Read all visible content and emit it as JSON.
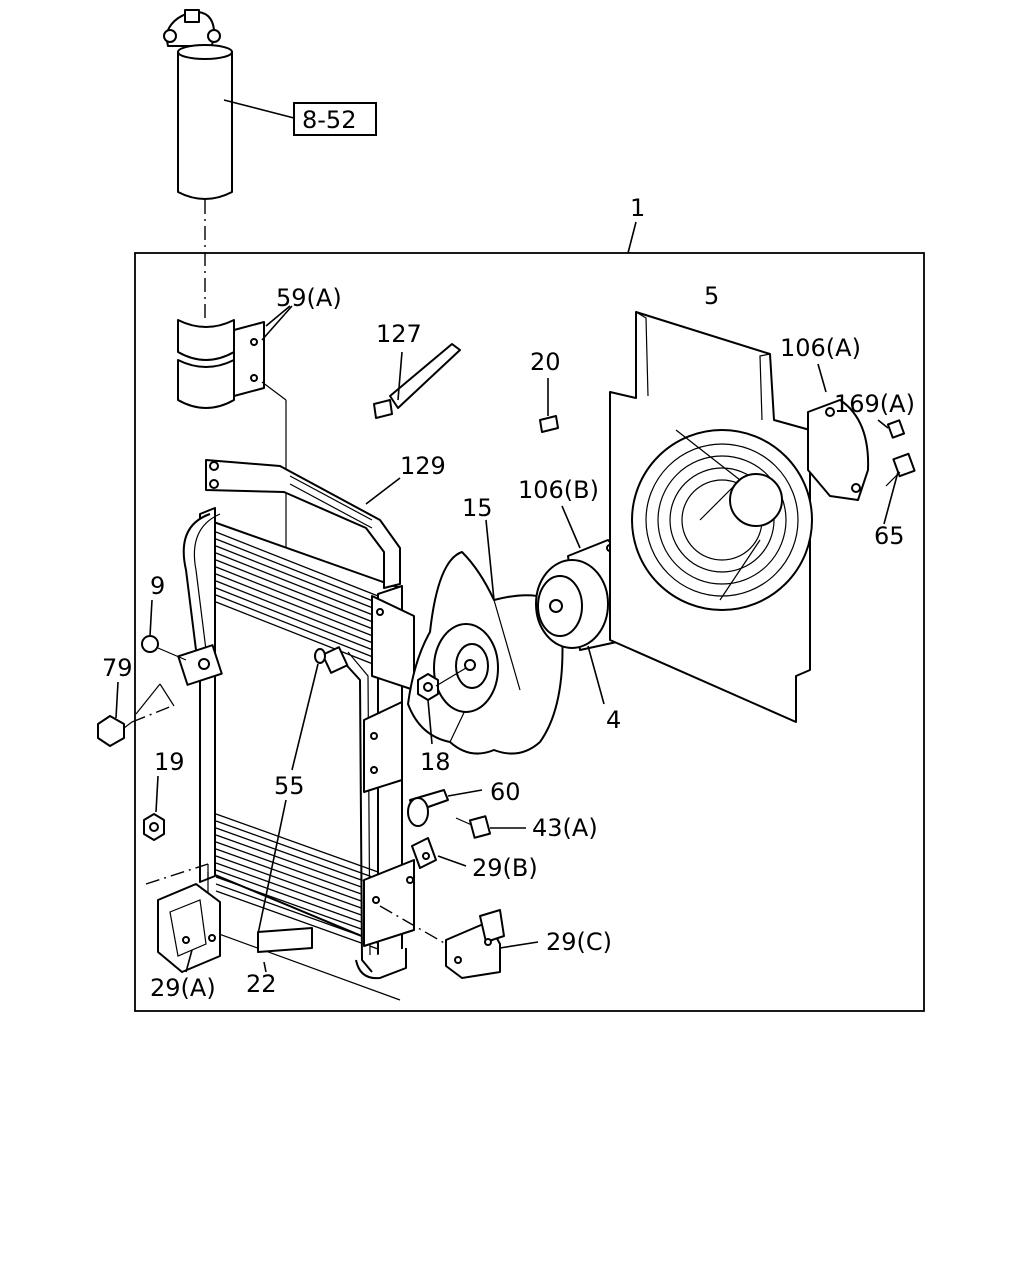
{
  "callouts": {
    "ref_8_52": "8-52",
    "c1": "1",
    "c59a": "59(A)",
    "c127": "127",
    "c20": "20",
    "c5": "5",
    "c106a": "106(A)",
    "c169a": "169(A)",
    "c129": "129",
    "c106b": "106(B)",
    "c15": "15",
    "c65": "65",
    "c9": "9",
    "c79": "79",
    "c4": "4",
    "c18": "18",
    "c55": "55",
    "c60": "60",
    "c19": "19",
    "c43a": "43(A)",
    "c29b": "29(B)",
    "c29c": "29(C)",
    "c29a": "29(A)",
    "c22": "22"
  }
}
